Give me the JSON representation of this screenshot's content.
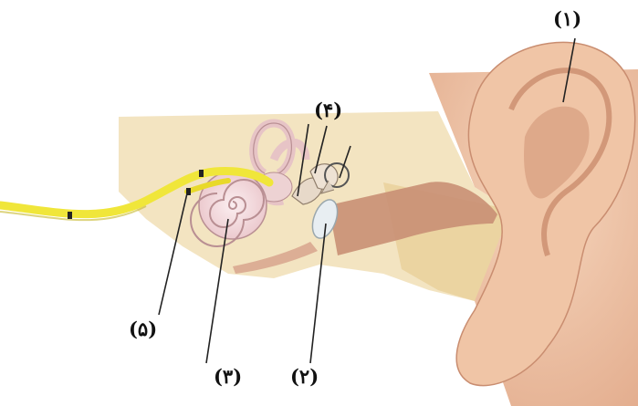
{
  "diagram": {
    "labels": {
      "pinna": "(۱)",
      "eardrum": "(۲)",
      "cochlea": "(۳)",
      "ossicles": "(۴)",
      "auditory_nerve": "(۵)"
    },
    "colors": {
      "skin": "#efc6a8",
      "skin_shadow": "#d69f80",
      "canal": "#c98f74",
      "nerve": "#f0e63a",
      "bone_bg": "#f1dfb6",
      "cochlea": "#f5dde0",
      "eardrum": "#e8eef2",
      "leader": "#222222"
    }
  }
}
